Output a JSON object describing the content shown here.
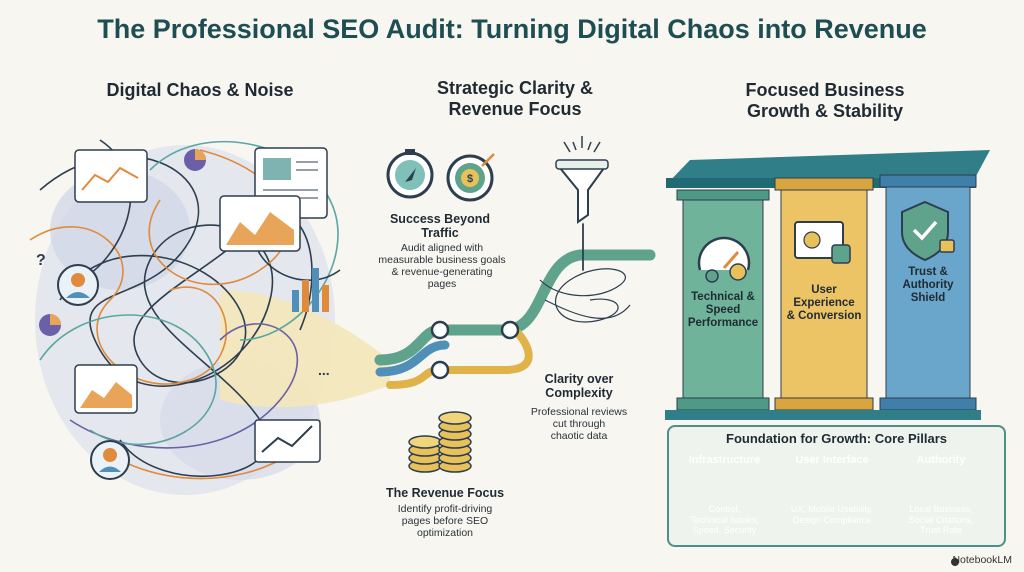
{
  "title": "The Professional SEO Audit: Turning Digital Chaos into Revenue",
  "sections": {
    "chaos": {
      "heading": "Digital Chaos & Noise"
    },
    "clarity": {
      "heading_line1": "Strategic Clarity &",
      "heading_line2": "Revenue Focus",
      "success": {
        "title_line1": "Success Beyond",
        "title_line2": "Traffic",
        "text_line1": "Audit aligned with",
        "text_line2": "measurable business goals",
        "text_line3": "& revenue-generating",
        "text_line4": "pages"
      },
      "complexity": {
        "title_line1": "Clarity over",
        "title_line2": "Complexity",
        "text_line1": "Professional reviews",
        "text_line2": "cut through",
        "text_line3": "chaotic data"
      },
      "revenue": {
        "title": "The Revenue Focus",
        "text_line1": "Identify profit-driving",
        "text_line2": "pages before SEO",
        "text_line3": "optimization"
      }
    },
    "growth": {
      "heading_line1": "Focused Business",
      "heading_line2": "Growth & Stability",
      "pillars": [
        {
          "line1": "Technical &",
          "line2": "Speed",
          "line3": "Performance",
          "color": "#5fa38c"
        },
        {
          "line1": "User",
          "line2": "Experience",
          "line3": "& Conversion",
          "color": "#e3b34a"
        },
        {
          "line1": "Trust &",
          "line2": "Authority",
          "line3": "Shield",
          "color": "#4f8fb8"
        }
      ],
      "foundation": {
        "title": "Foundation for Growth: Core Pillars",
        "columns": [
          {
            "head": "Infrastructure",
            "line1": "Control,",
            "line2": "Technical Issues,",
            "line3": "Speed, Security",
            "color": "#2f7e88"
          },
          {
            "head": "User Interface",
            "line1": "UX, Mobile Usability,",
            "line2": "Design Compliance",
            "line3": "",
            "color": "#3d9a8a"
          },
          {
            "head": "Authority",
            "line1": "Local Business,",
            "line2": "Social Citations,",
            "line3": "Trust Rate",
            "color": "#3d73a0"
          }
        ]
      }
    }
  },
  "brand": "NotebookLM",
  "decor_text": {
    "question": "?",
    "ellipsis": "..."
  }
}
